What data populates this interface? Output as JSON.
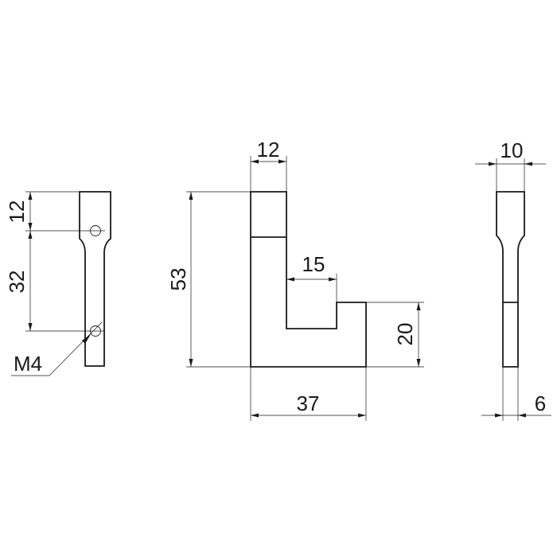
{
  "colors": {
    "line": "#1a1a1a",
    "background": "#ffffff"
  },
  "side_view": {
    "dim_top_length": "12",
    "dim_hole_spacing": "32",
    "thread_label": "M4"
  },
  "front_view": {
    "dim_top_width": "12",
    "dim_total_height": "53",
    "dim_inner_width": "15",
    "dim_foot_height": "20",
    "dim_total_width": "37"
  },
  "end_view": {
    "dim_top_width": "10",
    "dim_bottom_width": "6"
  }
}
